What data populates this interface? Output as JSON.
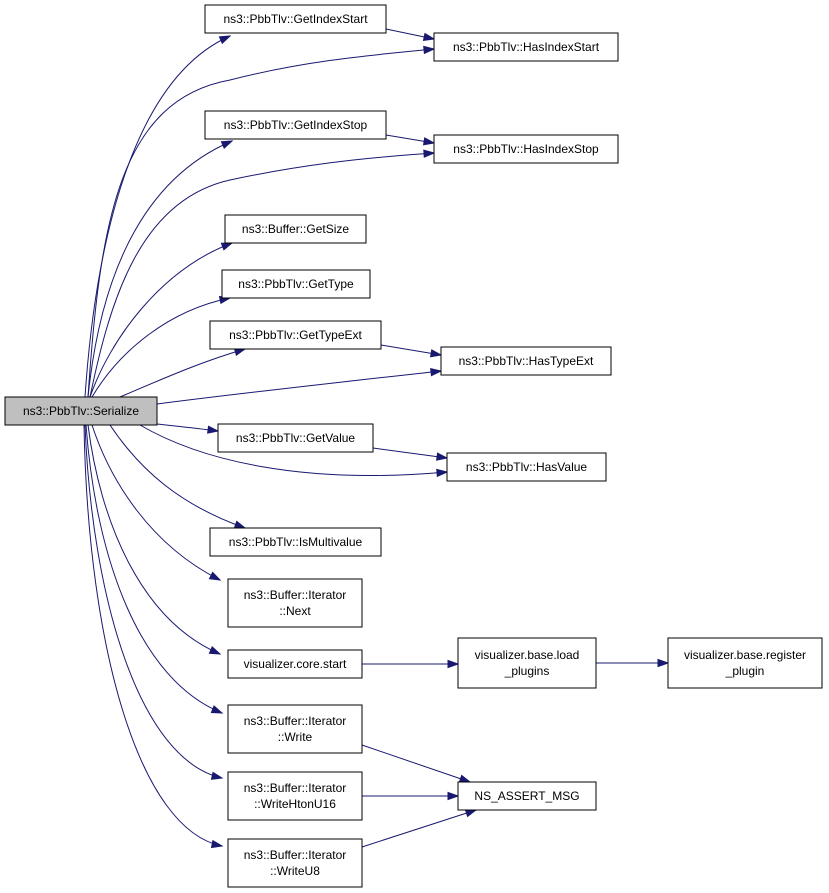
{
  "diagram": {
    "edge_color": "#191970",
    "root_fill": "#bfbfbf",
    "nodes": [
      {
        "id": "serialize",
        "lines": [
          "ns3::PbbTlv::Serialize"
        ],
        "root": true
      },
      {
        "id": "getindexstart",
        "lines": [
          "ns3::PbbTlv::GetIndexStart"
        ]
      },
      {
        "id": "hasindexstart",
        "lines": [
          "ns3::PbbTlv::HasIndexStart"
        ]
      },
      {
        "id": "getindexstop",
        "lines": [
          "ns3::PbbTlv::GetIndexStop"
        ]
      },
      {
        "id": "hasindexstop",
        "lines": [
          "ns3::PbbTlv::HasIndexStop"
        ]
      },
      {
        "id": "getsize",
        "lines": [
          "ns3::Buffer::GetSize"
        ]
      },
      {
        "id": "gettype",
        "lines": [
          "ns3::PbbTlv::GetType"
        ]
      },
      {
        "id": "gettypeext",
        "lines": [
          "ns3::PbbTlv::GetTypeExt"
        ]
      },
      {
        "id": "hastypeext",
        "lines": [
          "ns3::PbbTlv::HasTypeExt"
        ]
      },
      {
        "id": "getvalue",
        "lines": [
          "ns3::PbbTlv::GetValue"
        ]
      },
      {
        "id": "hasvalue",
        "lines": [
          "ns3::PbbTlv::HasValue"
        ]
      },
      {
        "id": "ismultivalue",
        "lines": [
          "ns3::PbbTlv::IsMultivalue"
        ]
      },
      {
        "id": "next",
        "lines": [
          "ns3::Buffer::Iterator",
          "::Next"
        ]
      },
      {
        "id": "corestart",
        "lines": [
          "visualizer.core.start"
        ]
      },
      {
        "id": "loadplugins",
        "lines": [
          "visualizer.base.load",
          "_plugins"
        ]
      },
      {
        "id": "registerplugin",
        "lines": [
          "visualizer.base.register",
          "_plugin"
        ]
      },
      {
        "id": "write",
        "lines": [
          "ns3::Buffer::Iterator",
          "::Write"
        ]
      },
      {
        "id": "writehtonu16",
        "lines": [
          "ns3::Buffer::Iterator",
          "::WriteHtonU16"
        ]
      },
      {
        "id": "writeu8",
        "lines": [
          "ns3::Buffer::Iterator",
          "::WriteU8"
        ]
      },
      {
        "id": "assertmsg",
        "lines": [
          "NS_ASSERT_MSG"
        ]
      }
    ],
    "edges": [
      {
        "from": "serialize",
        "to": "getindexstart"
      },
      {
        "from": "serialize",
        "to": "hasindexstart"
      },
      {
        "from": "getindexstart",
        "to": "hasindexstart"
      },
      {
        "from": "serialize",
        "to": "getindexstop"
      },
      {
        "from": "serialize",
        "to": "hasindexstop"
      },
      {
        "from": "getindexstop",
        "to": "hasindexstop"
      },
      {
        "from": "serialize",
        "to": "getsize"
      },
      {
        "from": "serialize",
        "to": "gettype"
      },
      {
        "from": "serialize",
        "to": "gettypeext"
      },
      {
        "from": "serialize",
        "to": "hastypeext"
      },
      {
        "from": "gettypeext",
        "to": "hastypeext"
      },
      {
        "from": "serialize",
        "to": "getvalue"
      },
      {
        "from": "serialize",
        "to": "hasvalue"
      },
      {
        "from": "getvalue",
        "to": "hasvalue"
      },
      {
        "from": "serialize",
        "to": "ismultivalue"
      },
      {
        "from": "serialize",
        "to": "next"
      },
      {
        "from": "serialize",
        "to": "corestart"
      },
      {
        "from": "corestart",
        "to": "loadplugins"
      },
      {
        "from": "loadplugins",
        "to": "registerplugin"
      },
      {
        "from": "serialize",
        "to": "write"
      },
      {
        "from": "write",
        "to": "assertmsg"
      },
      {
        "from": "serialize",
        "to": "writehtonu16"
      },
      {
        "from": "writehtonu16",
        "to": "assertmsg"
      },
      {
        "from": "serialize",
        "to": "writeu8"
      },
      {
        "from": "writeu8",
        "to": "assertmsg"
      }
    ]
  }
}
